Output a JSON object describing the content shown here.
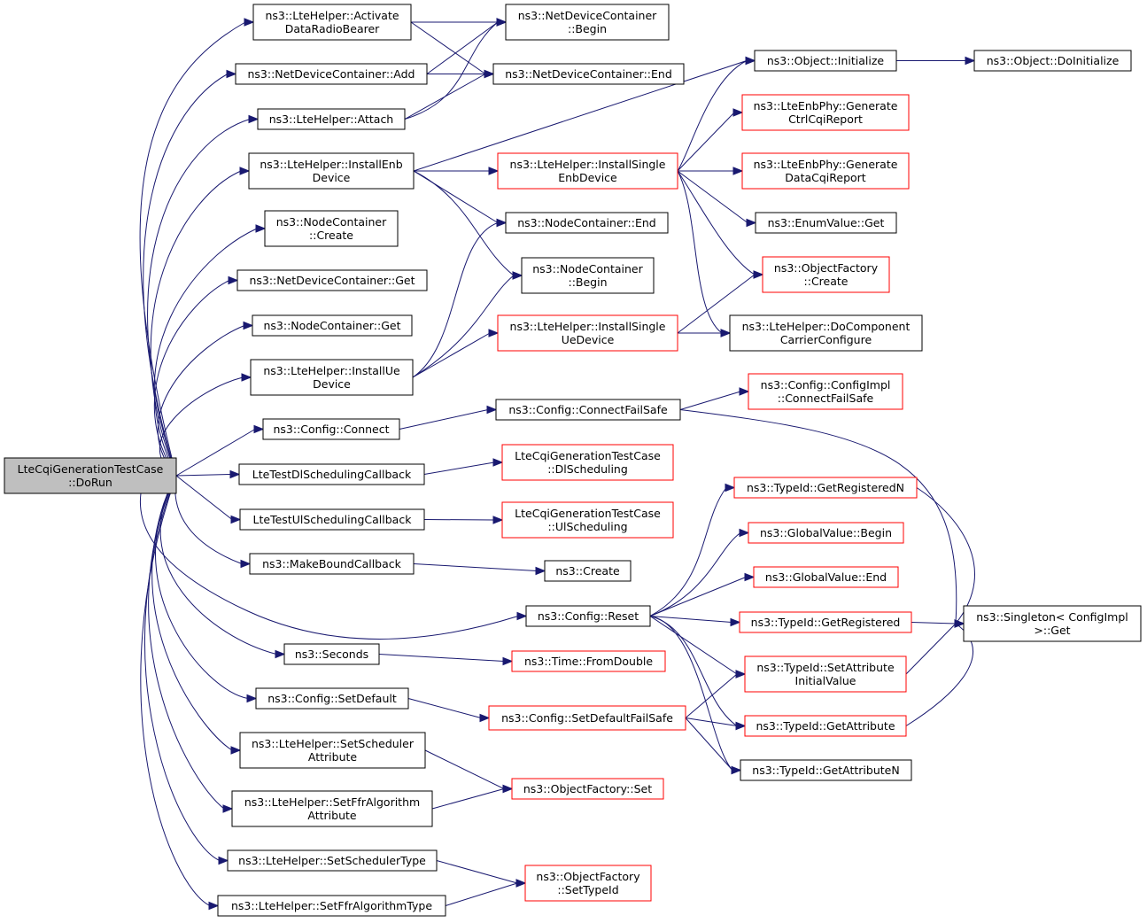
{
  "colors": {
    "edge": "#191970",
    "node_border": "#000000",
    "node_border_truncated": "#ff0000",
    "root_fill": "#bfbfbf",
    "background": "#ffffff"
  },
  "nodes": {
    "root": [
      "LteCqiGenerationTestCase",
      "::DoRun"
    ],
    "activate_bearer": [
      "ns3::LteHelper::Activate",
      "DataRadioBearer"
    ],
    "ndc_add": [
      "ns3::NetDeviceContainer::Add"
    ],
    "attach": [
      "ns3::LteHelper::Attach"
    ],
    "install_enb": [
      "ns3::LteHelper::InstallEnb",
      "Device"
    ],
    "nc_create": [
      "ns3::NodeContainer",
      "::Create"
    ],
    "ndc_get": [
      "ns3::NetDeviceContainer::Get"
    ],
    "nc_get": [
      "ns3::NodeContainer::Get"
    ],
    "install_ue": [
      "ns3::LteHelper::InstallUe",
      "Device"
    ],
    "config_connect": [
      "ns3::Config::Connect"
    ],
    "dl_cb": [
      "LteTestDlSchedulingCallback"
    ],
    "ul_cb": [
      "LteTestUlSchedulingCallback"
    ],
    "make_bound": [
      "ns3::MakeBoundCallback"
    ],
    "seconds": [
      "ns3::Seconds"
    ],
    "set_default": [
      "ns3::Config::SetDefault"
    ],
    "set_sched_attr": [
      "ns3::LteHelper::SetScheduler",
      "Attribute"
    ],
    "set_ffr_attr": [
      "ns3::LteHelper::SetFfrAlgorithm",
      "Attribute"
    ],
    "set_sched_type": [
      "ns3::LteHelper::SetSchedulerType"
    ],
    "set_ffr_type": [
      "ns3::LteHelper::SetFfrAlgorithmType"
    ],
    "ndc_begin": [
      "ns3::NetDeviceContainer",
      "::Begin"
    ],
    "ndc_end": [
      "ns3::NetDeviceContainer::End"
    ],
    "install_single_enb": [
      "ns3::LteHelper::InstallSingle",
      "EnbDevice"
    ],
    "nc_end": [
      "ns3::NodeContainer::End"
    ],
    "nc_begin": [
      "ns3::NodeContainer",
      "::Begin"
    ],
    "install_single_ue": [
      "ns3::LteHelper::InstallSingle",
      "UeDevice"
    ],
    "connect_failsafe": [
      "ns3::Config::ConnectFailSafe"
    ],
    "dl_scheduling": [
      "LteCqiGenerationTestCase",
      "::DlScheduling"
    ],
    "ul_scheduling": [
      "LteCqiGenerationTestCase",
      "::UlScheduling"
    ],
    "create": [
      "ns3::Create"
    ],
    "config_reset": [
      "ns3::Config::Reset"
    ],
    "time_fromdouble": [
      "ns3::Time::FromDouble"
    ],
    "set_default_failsafe": [
      "ns3::Config::SetDefaultFailSafe"
    ],
    "of_set": [
      "ns3::ObjectFactory::Set"
    ],
    "of_settypeid": [
      "ns3::ObjectFactory",
      "::SetTypeId"
    ],
    "obj_initialize": [
      "ns3::Object::Initialize"
    ],
    "obj_doinitialize": [
      "ns3::Object::DoInitialize"
    ],
    "gen_ctrl_cqi": [
      "ns3::LteEnbPhy::Generate",
      "CtrlCqiReport"
    ],
    "gen_data_cqi": [
      "ns3::LteEnbPhy::Generate",
      "DataCqiReport"
    ],
    "enumvalue_get": [
      "ns3::EnumValue::Get"
    ],
    "of_create": [
      "ns3::ObjectFactory",
      "::Create"
    ],
    "do_cc_config": [
      "ns3::LteHelper::DoComponent",
      "CarrierConfigure"
    ],
    "configimpl_connectfailsafe": [
      "ns3::Config::ConfigImpl",
      "::ConnectFailSafe"
    ],
    "typeid_getregisteredn": [
      "ns3::TypeId::GetRegisteredN"
    ],
    "globalvalue_begin": [
      "ns3::GlobalValue::Begin"
    ],
    "globalvalue_end": [
      "ns3::GlobalValue::End"
    ],
    "typeid_getregistered": [
      "ns3::TypeId::GetRegistered"
    ],
    "typeid_setattr_init": [
      "ns3::TypeId::SetAttribute",
      "InitialValue"
    ],
    "typeid_getattribute": [
      "ns3::TypeId::GetAttribute"
    ],
    "typeid_getattributen": [
      "ns3::TypeId::GetAttributeN"
    ],
    "singleton_get": [
      "ns3::Singleton< ConfigImpl",
      ">::Get"
    ]
  }
}
